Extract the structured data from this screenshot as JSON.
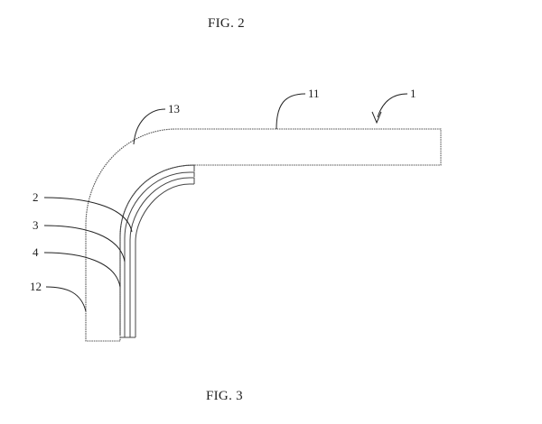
{
  "captions": {
    "top": "FIG. 2",
    "bottom": "FIG. 3"
  },
  "reference_numerals": {
    "r1": "1",
    "r11": "11",
    "r13": "13",
    "r2": "2",
    "r3": "3",
    "r4": "4",
    "r12": "12"
  },
  "colors": {
    "line": "#444444",
    "text": "#222222"
  }
}
